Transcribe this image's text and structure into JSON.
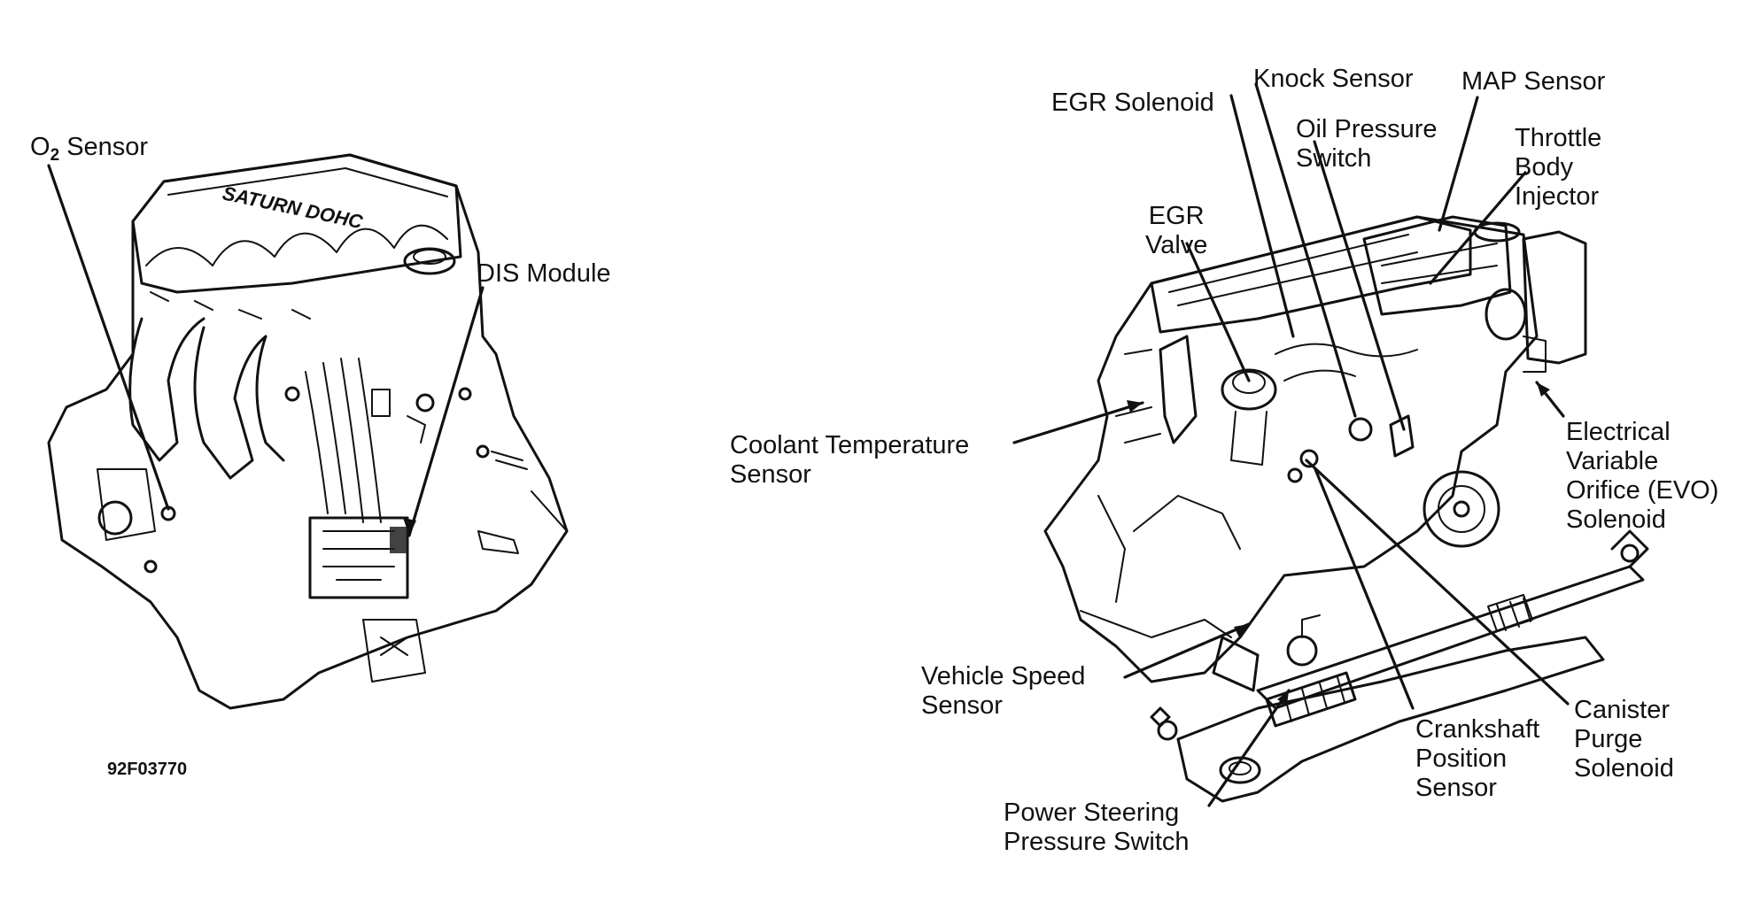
{
  "figure_code": "92F03770",
  "left_engine": {
    "labels": {
      "o2_sensor_prefix": "O",
      "o2_sensor_sub": "2",
      "o2_sensor_suffix": " Sensor",
      "dis_module": "DIS Module"
    },
    "badge_text": "SATURN DOHC"
  },
  "right_engine": {
    "labels": {
      "egr_solenoid": "EGR Solenoid",
      "knock_sensor": "Knock Sensor",
      "map_sensor": "MAP Sensor",
      "oil_pressure_switch_1": "Oil Pressure",
      "oil_pressure_switch_2": "Switch",
      "throttle_body_injector_1": "Throttle",
      "throttle_body_injector_2": "Body",
      "throttle_body_injector_3": "Injector",
      "egr_valve_1": "EGR",
      "egr_valve_2": "Valve",
      "coolant_temp_sensor_1": "Coolant Temperature",
      "coolant_temp_sensor_2": "Sensor",
      "evo_solenoid_1": "Electrical",
      "evo_solenoid_2": "Variable",
      "evo_solenoid_3": "Orifice (EVO)",
      "evo_solenoid_4": "Solenoid",
      "vehicle_speed_sensor_1": "Vehicle Speed",
      "vehicle_speed_sensor_2": "Sensor",
      "crankshaft_position_sensor_1": "Crankshaft",
      "crankshaft_position_sensor_2": "Position",
      "crankshaft_position_sensor_3": "Sensor",
      "canister_purge_solenoid_1": "Canister",
      "canister_purge_solenoid_2": "Purge",
      "canister_purge_solenoid_3": "Solenoid",
      "ps_pressure_switch_1": "Power Steering",
      "ps_pressure_switch_2": "Pressure Switch"
    }
  }
}
